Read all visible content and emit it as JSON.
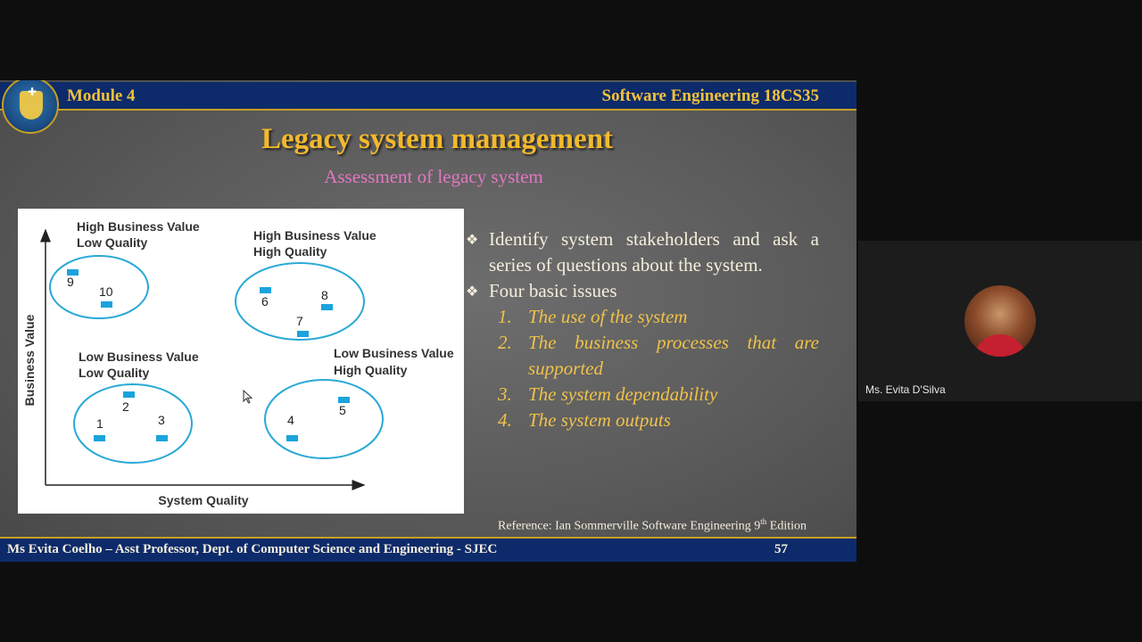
{
  "header": {
    "module": "Module 4",
    "course": "Software Engineering 18CS35"
  },
  "slide": {
    "title": "Legacy system management",
    "subtitle": "Assessment of legacy system"
  },
  "figure": {
    "y_axis_label": "Business Value",
    "x_axis_label": "System Quality",
    "quadrants": [
      {
        "label_line1": "High Business Value",
        "label_line2": "Low Quality",
        "systems": [
          "9",
          "10"
        ]
      },
      {
        "label_line1": "High Business Value",
        "label_line2": "High Quality",
        "systems": [
          "6",
          "8",
          "7"
        ]
      },
      {
        "label_line1": "Low Business Value",
        "label_line2": "Low Quality",
        "systems": [
          "2",
          "1",
          "3"
        ]
      },
      {
        "label_line1": "Low Business Value",
        "label_line2": "High Quality",
        "systems": [
          "5",
          "4"
        ]
      }
    ]
  },
  "bullets": [
    {
      "text": "Identify system stakeholders and ask a series of questions about the system."
    },
    {
      "text": "Four basic issues"
    }
  ],
  "issues": [
    {
      "num": "1.",
      "text": "The use of the system"
    },
    {
      "num": "2.",
      "text": "The business processes that are supported"
    },
    {
      "num": "3.",
      "text": "The system dependability"
    },
    {
      "num": "4.",
      "text": "The system outputs"
    }
  ],
  "reference": {
    "prefix": "Reference: Ian Sommerville Software Engineering 9",
    "sup": "th",
    "suffix": " Edition"
  },
  "footer": {
    "text": "Ms Evita Coelho – Asst Professor, Dept. of Computer Science and Engineering - SJEC",
    "page": "57"
  },
  "participant": {
    "name": "Ms. Evita D'Silva"
  },
  "colors": {
    "bar": "#0d2a6b",
    "title": "#f3b92c",
    "subtitle": "#e377c2",
    "ellipse": "#29a9d6",
    "marker": "#1ba3dc"
  }
}
